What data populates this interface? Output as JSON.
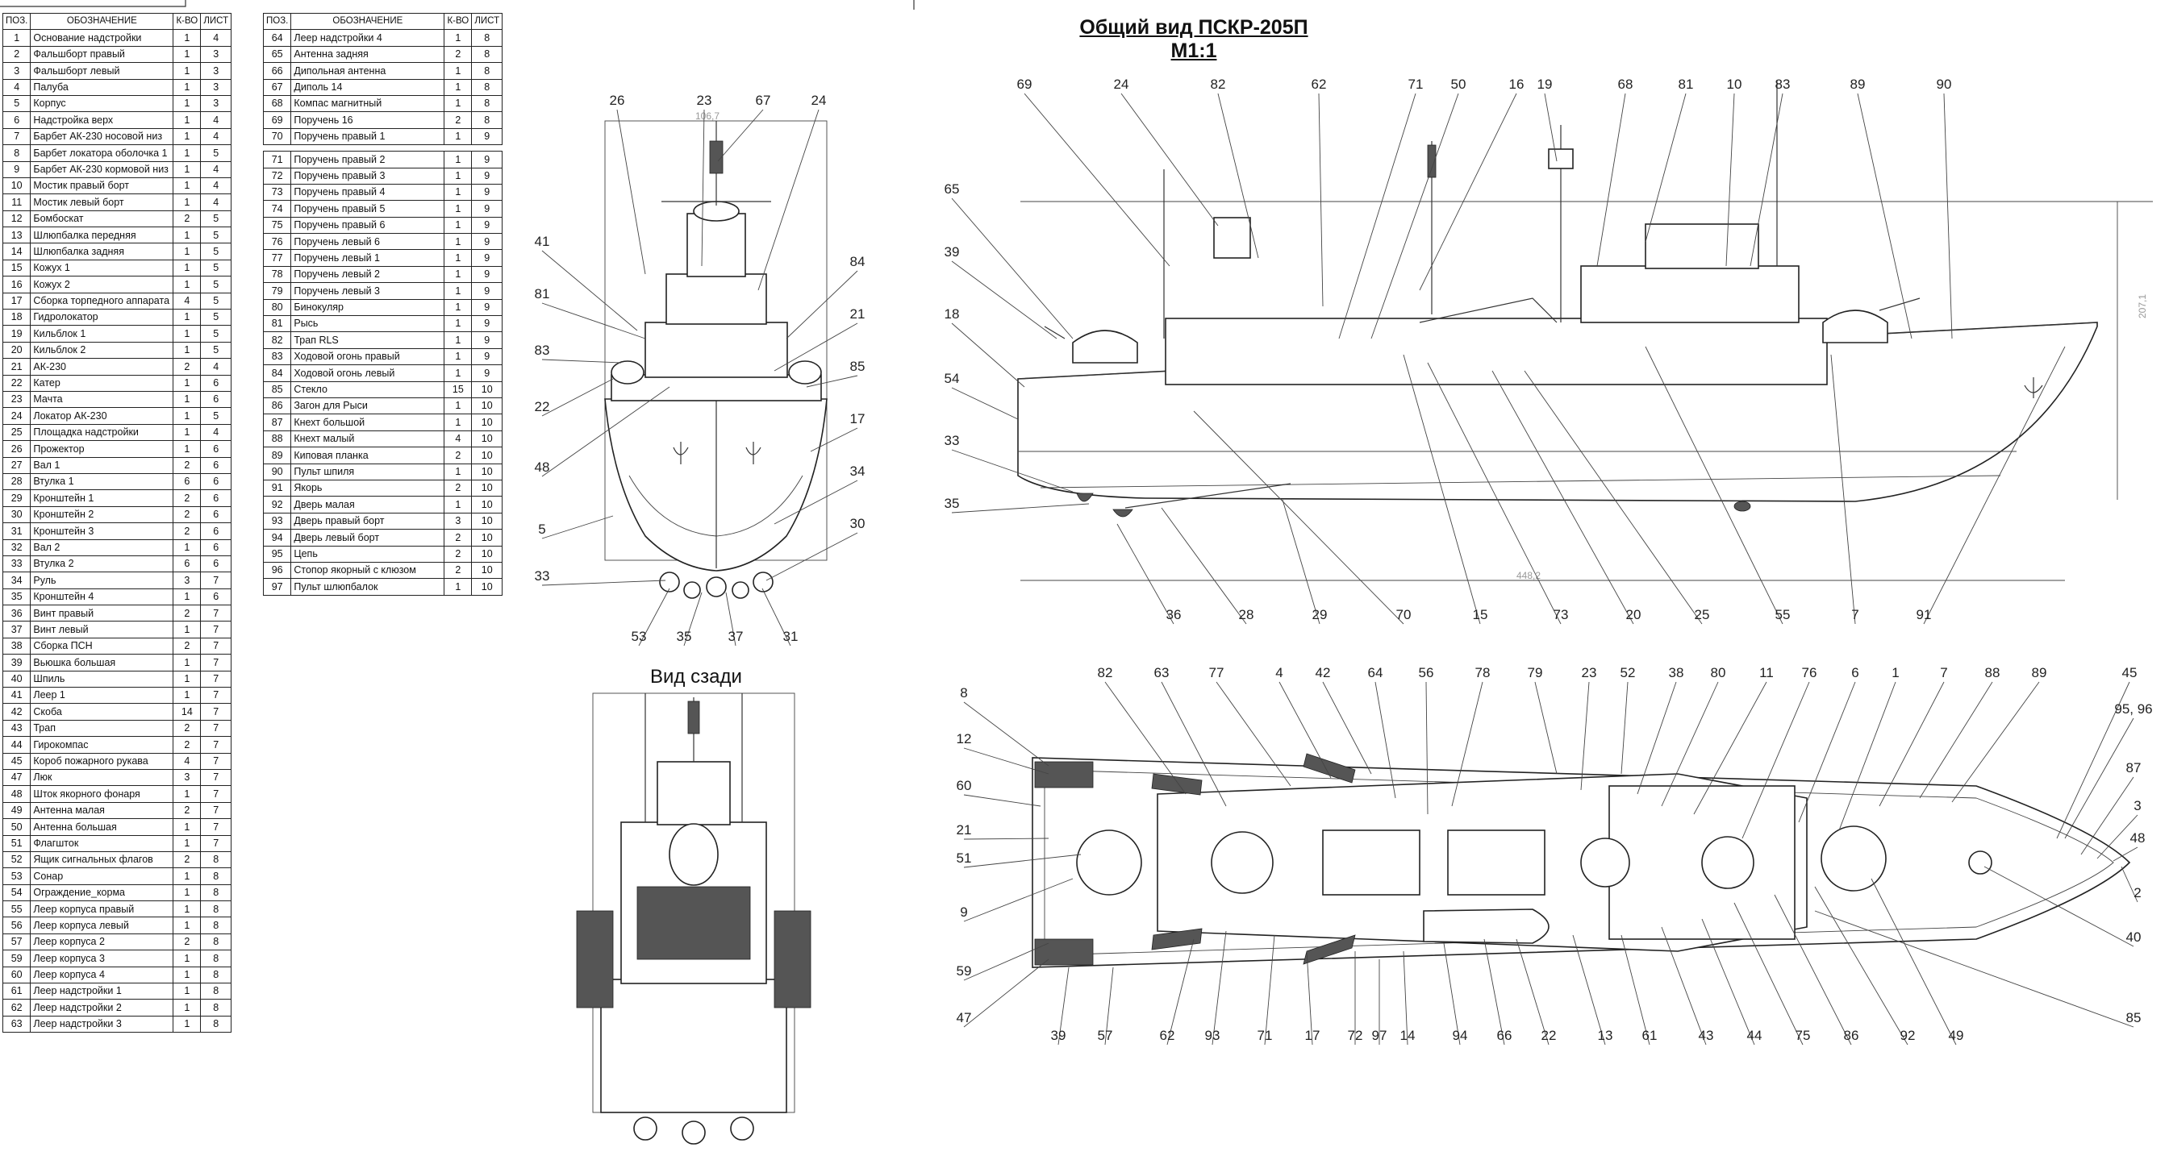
{
  "header_fragment": "",
  "table_headers": {
    "pos": "ПОЗ.",
    "name": "ОБОЗНАЧЕНИЕ",
    "qty": "К-ВО",
    "sheet": "ЛИСТ"
  },
  "table1_rows": [
    [
      "1",
      "Основание надстройки",
      "1",
      "4"
    ],
    [
      "2",
      "Фальшборт правый",
      "1",
      "3"
    ],
    [
      "3",
      "Фальшборт левый",
      "1",
      "3"
    ],
    [
      "4",
      "Палуба",
      "1",
      "3"
    ],
    [
      "5",
      "Корпус",
      "1",
      "3"
    ],
    [
      "6",
      "Надстройка верх",
      "1",
      "4"
    ],
    [
      "7",
      "Барбет АК-230 носовой низ",
      "1",
      "4"
    ],
    [
      "8",
      "Барбет локатора оболочка  1",
      "1",
      "5"
    ],
    [
      "9",
      "Барбет АК-230 кормовой низ",
      "1",
      "4"
    ],
    [
      "10",
      "Мостик правый борт",
      "1",
      "4"
    ],
    [
      "11",
      "Мостик левый борт",
      "1",
      "4"
    ],
    [
      "12",
      "Бомбоскат",
      "2",
      "5"
    ],
    [
      "13",
      "Шлюпбалка передняя",
      "1",
      "5"
    ],
    [
      "14",
      "Шлюпбалка задняя",
      "1",
      "5"
    ],
    [
      "15",
      "Кожух 1",
      "1",
      "5"
    ],
    [
      "16",
      "Кожух 2",
      "1",
      "5"
    ],
    [
      "17",
      "Сборка торпедного аппарата",
      "4",
      "5"
    ],
    [
      "18",
      "Гидролокатор",
      "1",
      "5"
    ],
    [
      "19",
      "Кильблок 1",
      "1",
      "5"
    ],
    [
      "20",
      "Кильблок 2",
      "1",
      "5"
    ],
    [
      "21",
      "АК-230",
      "2",
      "4"
    ],
    [
      "22",
      "Катер",
      "1",
      "6"
    ],
    [
      "23",
      "Мачта",
      "1",
      "6"
    ],
    [
      "24",
      "Локатор АК-230",
      "1",
      "5"
    ],
    [
      "25",
      "Площадка надстройки",
      "1",
      "4"
    ],
    [
      "26",
      "Прожектор",
      "1",
      "6"
    ],
    [
      "27",
      "Вал 1",
      "2",
      "6"
    ],
    [
      "28",
      "Втулка 1",
      "6",
      "6"
    ],
    [
      "29",
      "Кронштейн 1",
      "2",
      "6"
    ],
    [
      "30",
      "Кронштейн 2",
      "2",
      "6"
    ],
    [
      "31",
      "Кронштейн 3",
      "2",
      "6"
    ],
    [
      "32",
      "Вал 2",
      "1",
      "6"
    ],
    [
      "33",
      "Втулка 2",
      "6",
      "6"
    ],
    [
      "34",
      "Руль",
      "3",
      "7"
    ],
    [
      "35",
      "Кронштейн 4",
      "1",
      "6"
    ],
    [
      "36",
      "Винт правый",
      "2",
      "7"
    ],
    [
      "37",
      "Винт левый",
      "1",
      "7"
    ],
    [
      "38",
      "Сборка ПСН",
      "2",
      "7"
    ],
    [
      "39",
      "Вьюшка большая",
      "1",
      "7"
    ],
    [
      "40",
      "Шпиль",
      "1",
      "7"
    ],
    [
      "41",
      "Леер 1",
      "1",
      "7"
    ],
    [
      "42",
      "Скоба",
      "14",
      "7"
    ],
    [
      "43",
      "Трап",
      "2",
      "7"
    ],
    [
      "44",
      "Гирокомпас",
      "2",
      "7"
    ],
    [
      "45",
      "Короб пожарного рукава",
      "4",
      "7"
    ],
    [
      "47",
      "Люк",
      "3",
      "7"
    ],
    [
      "48",
      "Шток якорного фонаря",
      "1",
      "7"
    ],
    [
      "49",
      "Антенна малая",
      "2",
      "7"
    ],
    [
      "50",
      "Антенна большая",
      "1",
      "7"
    ],
    [
      "51",
      "Флагшток",
      "1",
      "7"
    ],
    [
      "52",
      "Ящик сигнальных флагов",
      "2",
      "8"
    ],
    [
      "53",
      "Сонар",
      "1",
      "8"
    ],
    [
      "54",
      "Ограждение_корма",
      "1",
      "8"
    ],
    [
      "55",
      "Леер корпуса правый",
      "1",
      "8"
    ],
    [
      "56",
      "Леер корпуса левый",
      "1",
      "8"
    ],
    [
      "57",
      "Леер корпуса 2",
      "2",
      "8"
    ],
    [
      "59",
      "Леер корпуса 3",
      "1",
      "8"
    ],
    [
      "60",
      "Леер корпуса 4",
      "1",
      "8"
    ],
    [
      "61",
      "Леер надстройки 1",
      "1",
      "8"
    ],
    [
      "62",
      "Леер надстройки 2",
      "1",
      "8"
    ],
    [
      "63",
      "Леер надстройки 3",
      "1",
      "8"
    ]
  ],
  "table2_rows_a": [
    [
      "64",
      "Леер надстройки 4",
      "1",
      "8"
    ],
    [
      "65",
      "Антенна задняя",
      "2",
      "8"
    ],
    [
      "66",
      "Дипольная антенна",
      "1",
      "8"
    ],
    [
      "67",
      "Диполь 14",
      "1",
      "8"
    ],
    [
      "68",
      "Компас магнитный",
      "1",
      "8"
    ],
    [
      "69",
      "Поручень 16",
      "2",
      "8"
    ],
    [
      "70",
      "Поручень правый 1",
      "1",
      "9"
    ]
  ],
  "table2_rows_b": [
    [
      "71",
      "Поручень правый 2",
      "1",
      "9"
    ],
    [
      "72",
      "Поручень правый 3",
      "1",
      "9"
    ],
    [
      "73",
      "Поручень правый 4",
      "1",
      "9"
    ],
    [
      "74",
      "Поручень правый 5",
      "1",
      "9"
    ],
    [
      "75",
      "Поручень правый 6",
      "1",
      "9"
    ],
    [
      "76",
      "Поручень левый 6",
      "1",
      "9"
    ],
    [
      "77",
      "Поручень левый 1",
      "1",
      "9"
    ],
    [
      "78",
      "Поручень левый 2",
      "1",
      "9"
    ],
    [
      "79",
      "Поручень левый 3",
      "1",
      "9"
    ],
    [
      "80",
      "Бинокуляр",
      "1",
      "9"
    ],
    [
      "81",
      "Рысь",
      "1",
      "9"
    ],
    [
      "82",
      "Трап RLS",
      "1",
      "9"
    ],
    [
      "83",
      "Ходовой огонь правый",
      "1",
      "9"
    ],
    [
      "84",
      "Ходовой огонь левый",
      "1",
      "9"
    ],
    [
      "85",
      "Стекло",
      "15",
      "10"
    ],
    [
      "86",
      "Загон для Рыси",
      "1",
      "10"
    ],
    [
      "87",
      "Кнехт большой",
      "1",
      "10"
    ],
    [
      "88",
      "Кнехт малый",
      "4",
      "10"
    ],
    [
      "89",
      "Киповая планка",
      "2",
      "10"
    ],
    [
      "90",
      "Пульт шпиля",
      "1",
      "10"
    ],
    [
      "91",
      "Якорь",
      "2",
      "10"
    ],
    [
      "92",
      "Дверь малая",
      "1",
      "10"
    ],
    [
      "93",
      "Дверь правый борт",
      "3",
      "10"
    ],
    [
      "94",
      "Дверь левый борт",
      "2",
      "10"
    ],
    [
      "95",
      "Цепь",
      "2",
      "10"
    ],
    [
      "96",
      "Стопор якорный с клюзом",
      "2",
      "10"
    ],
    [
      "97",
      "Пульт шлюпбалок",
      "1",
      "10"
    ]
  ],
  "title_line1": "Общий вид ПСКР-205П",
  "title_line2": "М1:1",
  "rear_view_label": "Вид сзади",
  "dim_side_height": "207,1",
  "dim_side_length": "448,2",
  "dim_front_width": "106,7",
  "front_view_labels": [
    "26",
    "23",
    "67",
    "24",
    "41",
    "81",
    "83",
    "22",
    "48",
    "5",
    "33",
    "84",
    "21",
    "85",
    "17",
    "34",
    "30",
    "53",
    "35",
    "37",
    "31"
  ],
  "side_view_top_labels": [
    "69",
    "24",
    "82",
    "62",
    "71",
    "50",
    "16",
    "19",
    "68",
    "81",
    "10",
    "83",
    "89",
    "90"
  ],
  "side_view_left_labels": [
    "65",
    "39",
    "18",
    "54",
    "33",
    "35"
  ],
  "side_view_bottom_labels": [
    "36",
    "28",
    "29",
    "70",
    "15",
    "73",
    "20",
    "25",
    "55",
    "7",
    "91"
  ],
  "plan_view_top_labels": [
    "82",
    "63",
    "77",
    "4",
    "42",
    "64",
    "56",
    "78",
    "79",
    "23",
    "52",
    "38",
    "80",
    "11",
    "76",
    "6",
    "1",
    "7",
    "88",
    "89",
    "45"
  ],
  "plan_view_left_labels": [
    "8",
    "12",
    "60",
    "21",
    "51",
    "9",
    "59",
    "47"
  ],
  "plan_view_right_labels": [
    "95, 96",
    "87",
    "3",
    "48",
    "2",
    "40",
    "85"
  ],
  "plan_view_bottom_labels": [
    "39",
    "57",
    "62",
    "93",
    "71",
    "17",
    "72",
    "97",
    "14",
    "94",
    "66",
    "22",
    "13",
    "61",
    "43",
    "44",
    "75",
    "86",
    "92",
    "49"
  ]
}
